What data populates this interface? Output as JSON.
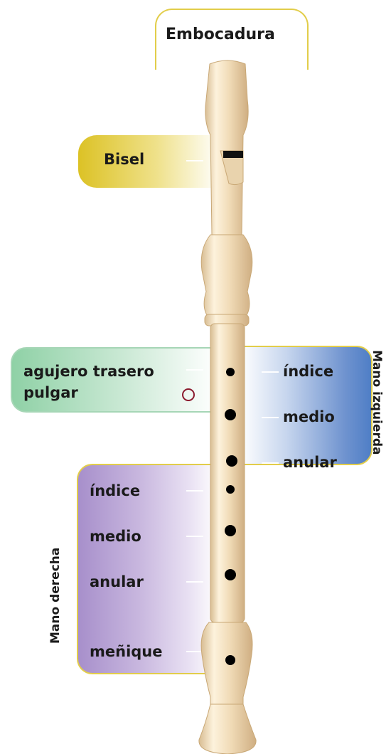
{
  "labels": {
    "embocadura": "Embocadura",
    "bisel": "Bisel",
    "agujero_trasero_line1": "agujero trasero",
    "agujero_trasero_line2": "pulgar",
    "mano_izquierda": {
      "title": "Mano izquierda",
      "fingers": [
        "índice",
        "medio",
        "anular"
      ]
    },
    "mano_derecha": {
      "title": "Mano derecha",
      "fingers": [
        "índice",
        "medio",
        "anular",
        "meñique"
      ]
    }
  },
  "colors": {
    "embocadura_border": "#e2cd4a",
    "bisel": "#dcc225",
    "thumb_group": "#8fd1a6",
    "left_hand": "#4f7ec6",
    "right_hand": "#a78fcb",
    "thumb_hole_ring": "#8b1a2e",
    "recorder_body": "#f3dfbf"
  }
}
